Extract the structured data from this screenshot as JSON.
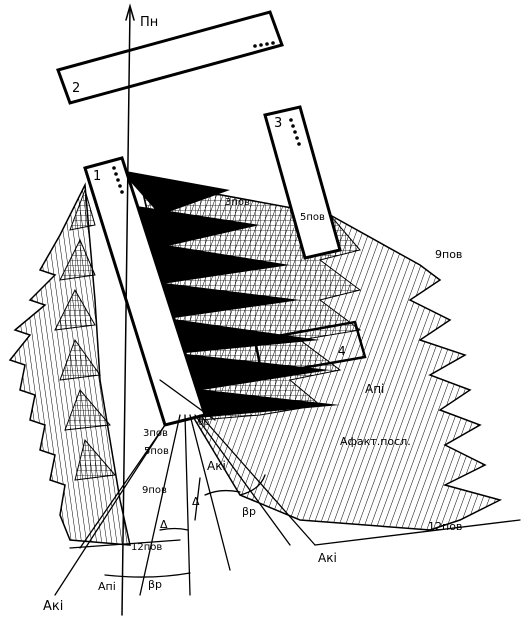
{
  "labels": {
    "axis_pn": "Пн",
    "panel_2": "2",
    "panel_3": "3",
    "panel_1": "1",
    "panel_4": "4",
    "floor_3_top": "3пов",
    "floor_5_panel": "5пов",
    "floor_9_right": "9пов",
    "floor_12_right": "12пов",
    "floor_3_left": "3пов",
    "floor_5_left": "5пов",
    "floor_9_left": "9пов",
    "floor_12_left": "12пов",
    "a_ki_bottom_left": "Aкі",
    "a_ni_bottom": "Aпі",
    "a_ki_bottom_right": "Aкі",
    "a_ki_mid": "Aкі",
    "a_ni_mid": "Aпі",
    "a_factual": "Aфакт.посл.",
    "beta_r_bottom": "βр",
    "beta_r_mid": "βр",
    "delta_upper": "Δ",
    "delta_lower": "Δ",
    "theta": "θр"
  }
}
